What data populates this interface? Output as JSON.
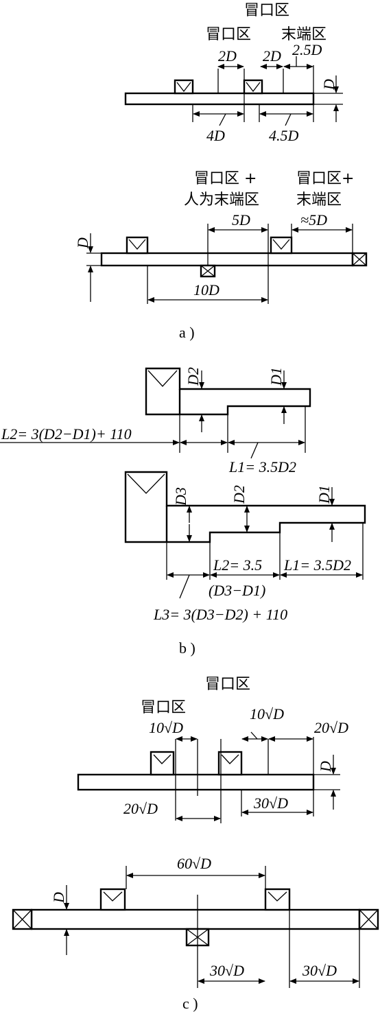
{
  "a": {
    "top": {
      "zone_riser": "冒口区",
      "zone_riser_left": "冒口区",
      "zone_end": "末端区",
      "dim_2d_a": "2D",
      "dim_2d_b": "2D",
      "dim_2_5d": "2.5D",
      "dim_d": "D",
      "dim_4d": "4D",
      "dim_4_5d": "4.5D"
    },
    "bottom": {
      "zone_left_1": "冒口区 +",
      "zone_left_2": "人为末端区",
      "zone_right_1": "冒口区+",
      "zone_right_2": "末端区",
      "dim_5d": "5D",
      "dim_approx_5d": "≈5D",
      "dim_d": "D",
      "dim_10d": "10D"
    },
    "caption": "a )"
  },
  "b": {
    "top": {
      "dim_d2": "D2",
      "dim_d1": "D1",
      "formula_l2": "L2= 3(D2−D1)+ 110",
      "formula_l1": "L1= 3.5D2"
    },
    "bottom": {
      "dim_d3": "D3",
      "dim_d2": "D2",
      "dim_d1": "D1",
      "formula_l2": "L2= 3.5",
      "formula_l2b": "(D3−D1)",
      "formula_l1": "L1= 3.5D2",
      "formula_l3": "L3= 3(D3−D2) + 110"
    },
    "caption": "b )"
  },
  "c": {
    "top": {
      "zone_riser": "冒口区",
      "zone_riser_left": "冒口区",
      "dim_10rd_a": "10√D",
      "dim_10rd_b": "10√D",
      "dim_20rd_a": "20√D",
      "dim_d": "D",
      "dim_20rd_b": "20√D",
      "dim_30rd": "30√D"
    },
    "bottom": {
      "dim_60rd": "60√D",
      "dim_d": "D",
      "dim_30rd_a": "30√D",
      "dim_30rd_b": "30√D"
    },
    "caption": "c )"
  }
}
